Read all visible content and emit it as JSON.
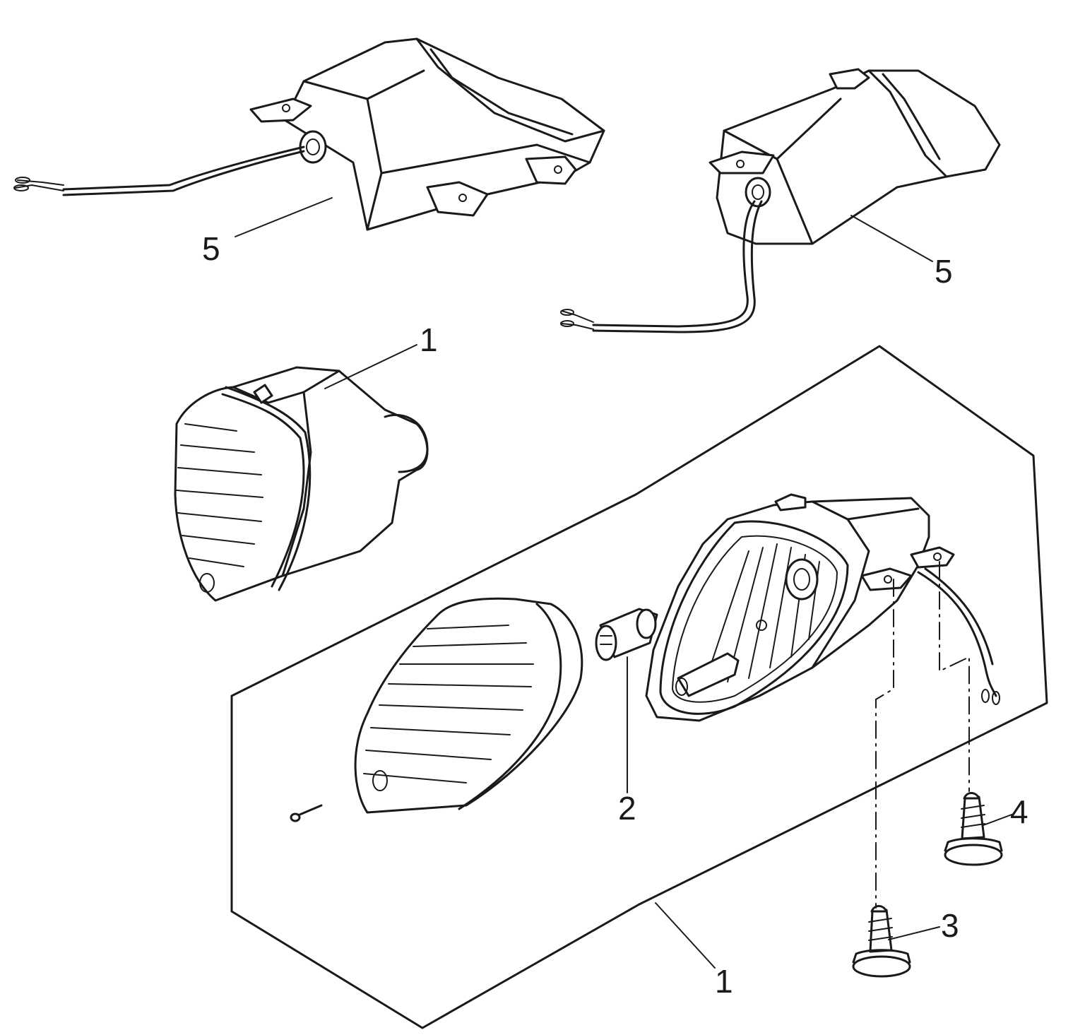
{
  "callouts": [
    {
      "id": "5a",
      "label": "5"
    },
    {
      "id": "5b",
      "label": "5"
    },
    {
      "id": "1a",
      "label": "1"
    },
    {
      "id": "1b",
      "label": "1"
    },
    {
      "id": "2",
      "label": "2"
    },
    {
      "id": "3",
      "label": "3"
    },
    {
      "id": "4",
      "label": "4"
    }
  ]
}
